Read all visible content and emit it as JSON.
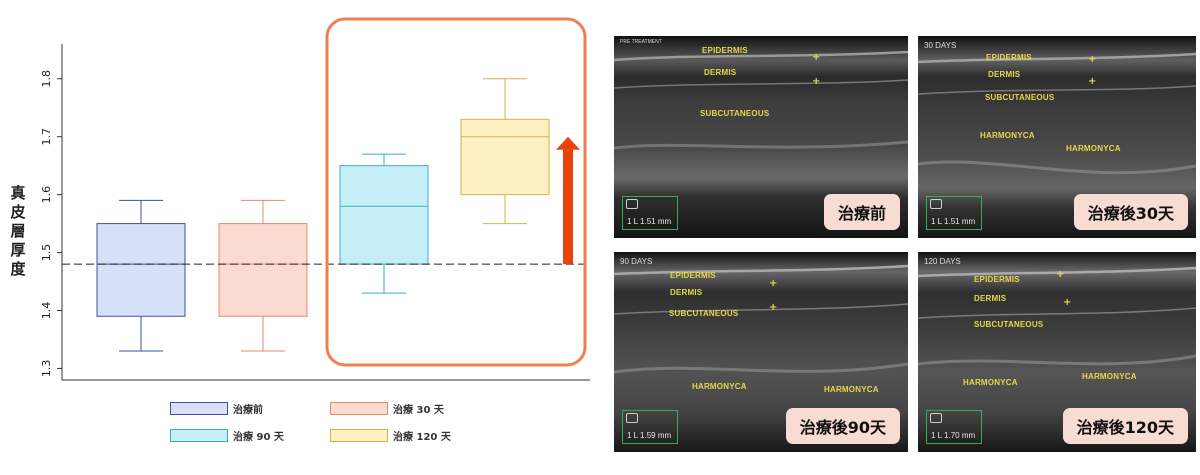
{
  "chart_data": {
    "type": "box",
    "ylabel": "真皮層厚度",
    "ylim": [
      1.28,
      1.86
    ],
    "yticks": [
      1.3,
      1.4,
      1.5,
      1.6,
      1.7,
      1.8
    ],
    "reference_line": 1.48,
    "highlight_groups": [
      "治療 90 天",
      "治療 120 天"
    ],
    "series": [
      {
        "name": "治療前",
        "min": 1.33,
        "q1": 1.39,
        "median": 1.48,
        "q3": 1.55,
        "max": 1.59,
        "fill": "#d6e1f7",
        "stroke": "#3d4fa6"
      },
      {
        "name": "治療 30 天",
        "min": 1.33,
        "q1": 1.39,
        "median": 1.48,
        "q3": 1.55,
        "max": 1.59,
        "fill": "#fbdad1",
        "stroke": "#e58a68"
      },
      {
        "name": "治療 90 天",
        "min": 1.43,
        "q1": 1.48,
        "median": 1.58,
        "q3": 1.65,
        "max": 1.67,
        "fill": "#c6eef6",
        "stroke": "#3aaec6"
      },
      {
        "name": "治療 120 天",
        "min": 1.55,
        "q1": 1.6,
        "median": 1.7,
        "q3": 1.73,
        "max": 1.8,
        "fill": "#fdf0c3",
        "stroke": "#d9b246"
      }
    ],
    "highlight_color": "#ef7f52",
    "arrow_color": "#e9420b"
  },
  "legend": [
    {
      "label": "治療前",
      "fill": "#d6e1f7",
      "stroke": "#3d4fa6"
    },
    {
      "label": "治療 30 天",
      "fill": "#fbdad1",
      "stroke": "#e58a68"
    },
    {
      "label": "治療 90 天",
      "fill": "#c6eef6",
      "stroke": "#3aaec6"
    },
    {
      "label": "治療 120 天",
      "fill": "#fdf0c3",
      "stroke": "#d9b246"
    }
  ],
  "panels": [
    {
      "corner": "PRE TREATMENT",
      "badge": "治療前",
      "measure": "1 L  1.51 mm",
      "labels": {
        "epidermis": "EPIDERMIS",
        "dermis": "DERMIS",
        "subcutaneous": "SUBCUTANEOUS"
      }
    },
    {
      "corner": "30 DAYS",
      "badge": "治療後30天",
      "measure": "1 L  1.51 mm",
      "labels": {
        "epidermis": "EPIDERMIS",
        "dermis": "DERMIS",
        "subcutaneous": "SUBCUTANEOUS",
        "harmonyca_a": "HARMONYCA",
        "harmonyca_b": "HARMONYCA"
      }
    },
    {
      "corner": "90 DAYS",
      "badge": "治療後90天",
      "measure": "1 L  1.59 mm",
      "labels": {
        "epidermis": "EPIDERMIS",
        "dermis": "DERMIS",
        "subcutaneous": "SUBCUTANEOUS",
        "harmonyca_a": "HARMONYCA",
        "harmonyca_b": "HARMONYCA"
      }
    },
    {
      "corner": "120 DAYS",
      "badge": "治療後120天",
      "measure": "1 L  1.70 mm",
      "labels": {
        "epidermis": "EPIDERMIS",
        "dermis": "DERMIS",
        "subcutaneous": "SUBCUTANEOUS",
        "harmonyca_a": "HARMONYCA",
        "harmonyca_b": "HARMONYCA"
      }
    }
  ]
}
